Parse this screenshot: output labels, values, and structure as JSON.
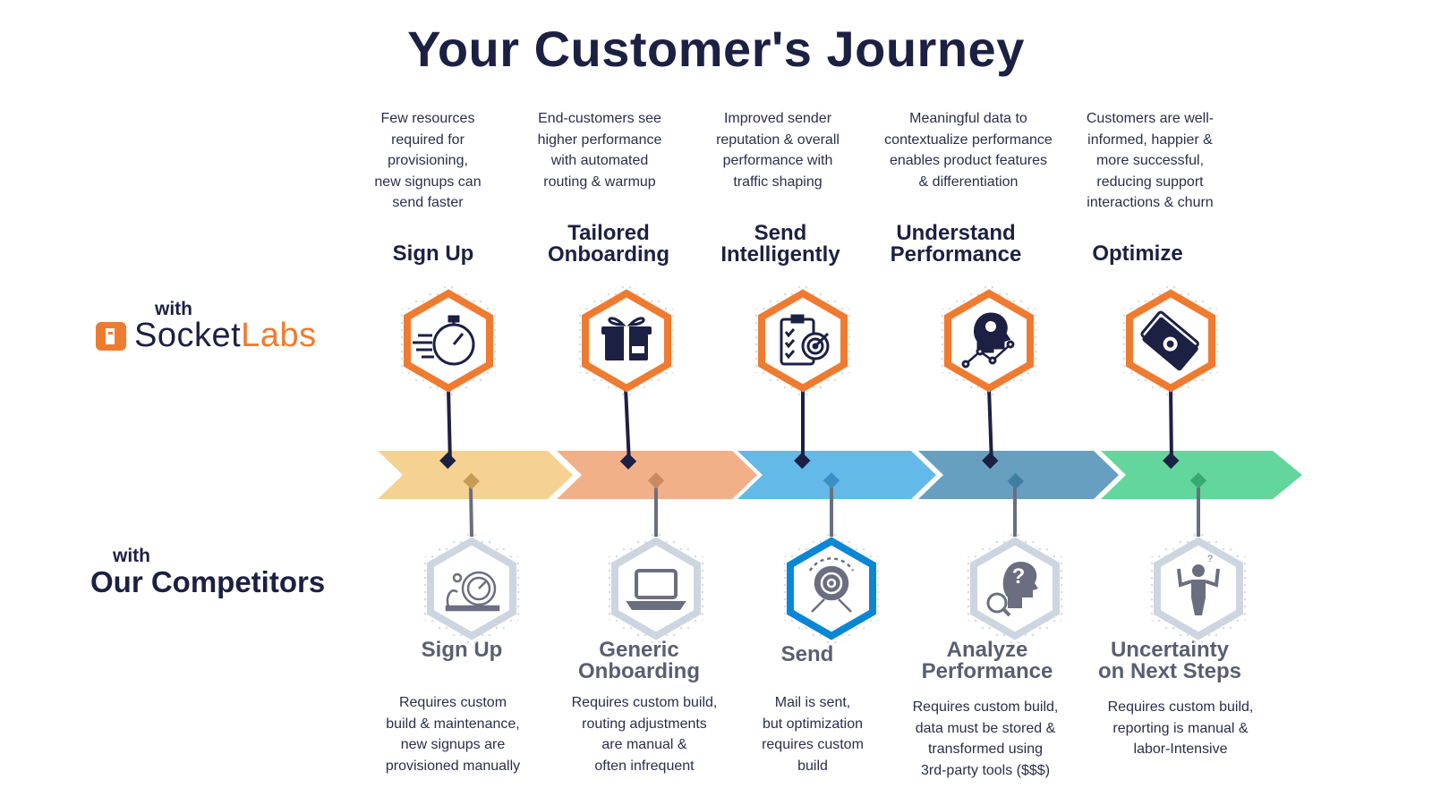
{
  "title": "Your Customer's Journey",
  "brand": {
    "with": "with",
    "name_part1": "Socket",
    "name_part2": "Labs",
    "accent": "#ef7b30"
  },
  "competitors": {
    "with": "with",
    "name": "Our Competitors"
  },
  "colors": {
    "dark": "#1c2043",
    "orange": "#ef7b30",
    "gray_hex": "#cdd6e0",
    "blue_hex": "#0a86d6",
    "segments": [
      "#f5d291",
      "#f2b089",
      "#63b9e8",
      "#679fc0",
      "#63d69d"
    ],
    "bottom_markers": [
      "#c79b57",
      "#c98a5f",
      "#3a8fc4",
      "#3e7ea0",
      "#3aa873"
    ]
  },
  "socketlabs_steps": [
    {
      "label": "Sign Up",
      "icon": "stopwatch-icon",
      "desc": "Few resources\nrequired for\nprovisioning,\nnew signups can\nsend faster"
    },
    {
      "label": "Tailored\nOnboarding",
      "icon": "gift-box-icon",
      "desc": "End-customers see\nhigher performance\nwith automated\nrouting & warmup"
    },
    {
      "label": "Send\nIntelligently",
      "icon": "checklist-target-icon",
      "desc": "Improved sender\nreputation & overall\nperformance with\ntraffic shaping"
    },
    {
      "label": "Understand\nPerformance",
      "icon": "head-lightbulb-chart-icon",
      "desc": "Meaningful data to\ncontextualize performance\nenables product features\n& differentiation"
    },
    {
      "label": "Optimize",
      "icon": "money-stack-icon",
      "desc": "Customers are well-\ninformed, happier &\nmore successful,\nreducing  support\ninteractions & churn"
    }
  ],
  "competitor_steps": [
    {
      "label": "Sign Up",
      "icon": "snail-speedometer-icon",
      "desc": "Requires custom\nbuild & maintenance,\nnew signups are\nprovisioned manually"
    },
    {
      "label": "Generic\nOnboarding",
      "icon": "laptop-icon",
      "desc": "Requires custom build,\nrouting adjustments\nare manual &\noften infrequent"
    },
    {
      "label": "Send",
      "icon": "target-arrows-icon",
      "desc": "Mail is sent,\nbut optimization\nrequires custom\nbuild"
    },
    {
      "label": "Analyze\nPerformance",
      "icon": "head-question-magnifier-icon",
      "desc": "Requires custom build,\ndata must be stored &\ntransformed using\n3rd-party tools ($$$)"
    },
    {
      "label": "Uncertainty\non Next Steps",
      "icon": "confused-person-icon",
      "desc": "Requires custom build,\nreporting is manual &\nlabor-Intensive"
    }
  ]
}
